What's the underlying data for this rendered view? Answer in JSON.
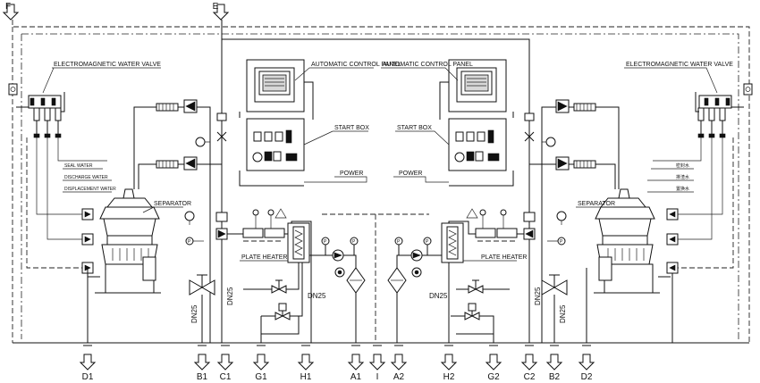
{
  "inlets": {
    "F": "F",
    "E": "E"
  },
  "outlets": [
    "D1",
    "B1",
    "C1",
    "G1",
    "H1",
    "A1",
    "I",
    "A2",
    "H2",
    "G2",
    "C2",
    "B2",
    "D2"
  ],
  "left_unit": {
    "valve_label": "ELECTROMAGNETIC WATER VALVE",
    "water_labels": [
      "SEAL WATER",
      "DISCHARGE WATER",
      "DISPLACEMENT WATER"
    ],
    "separator_label": "SEPARATOR",
    "pipe_labels": {
      "left": "DN25",
      "right": "DN25"
    }
  },
  "right_unit": {
    "valve_label": "ELECTROMAGNETIC WATER VALVE",
    "water_labels": [
      "密封水",
      "排渣水",
      "置换水"
    ],
    "separator_label": "SEPARATOR",
    "pipe_labels": {
      "left": "DN25",
      "right": "DN25"
    }
  },
  "center": {
    "control_panel_label": "AUTOMATIC CONTROL PANEL",
    "start_box_label": "START BOX",
    "power_label": "POWER",
    "heater_label": "PLATE HEATER",
    "dn_label_1": "DN25",
    "dn_label_2": "DN25",
    "gauge_letter": "P"
  }
}
